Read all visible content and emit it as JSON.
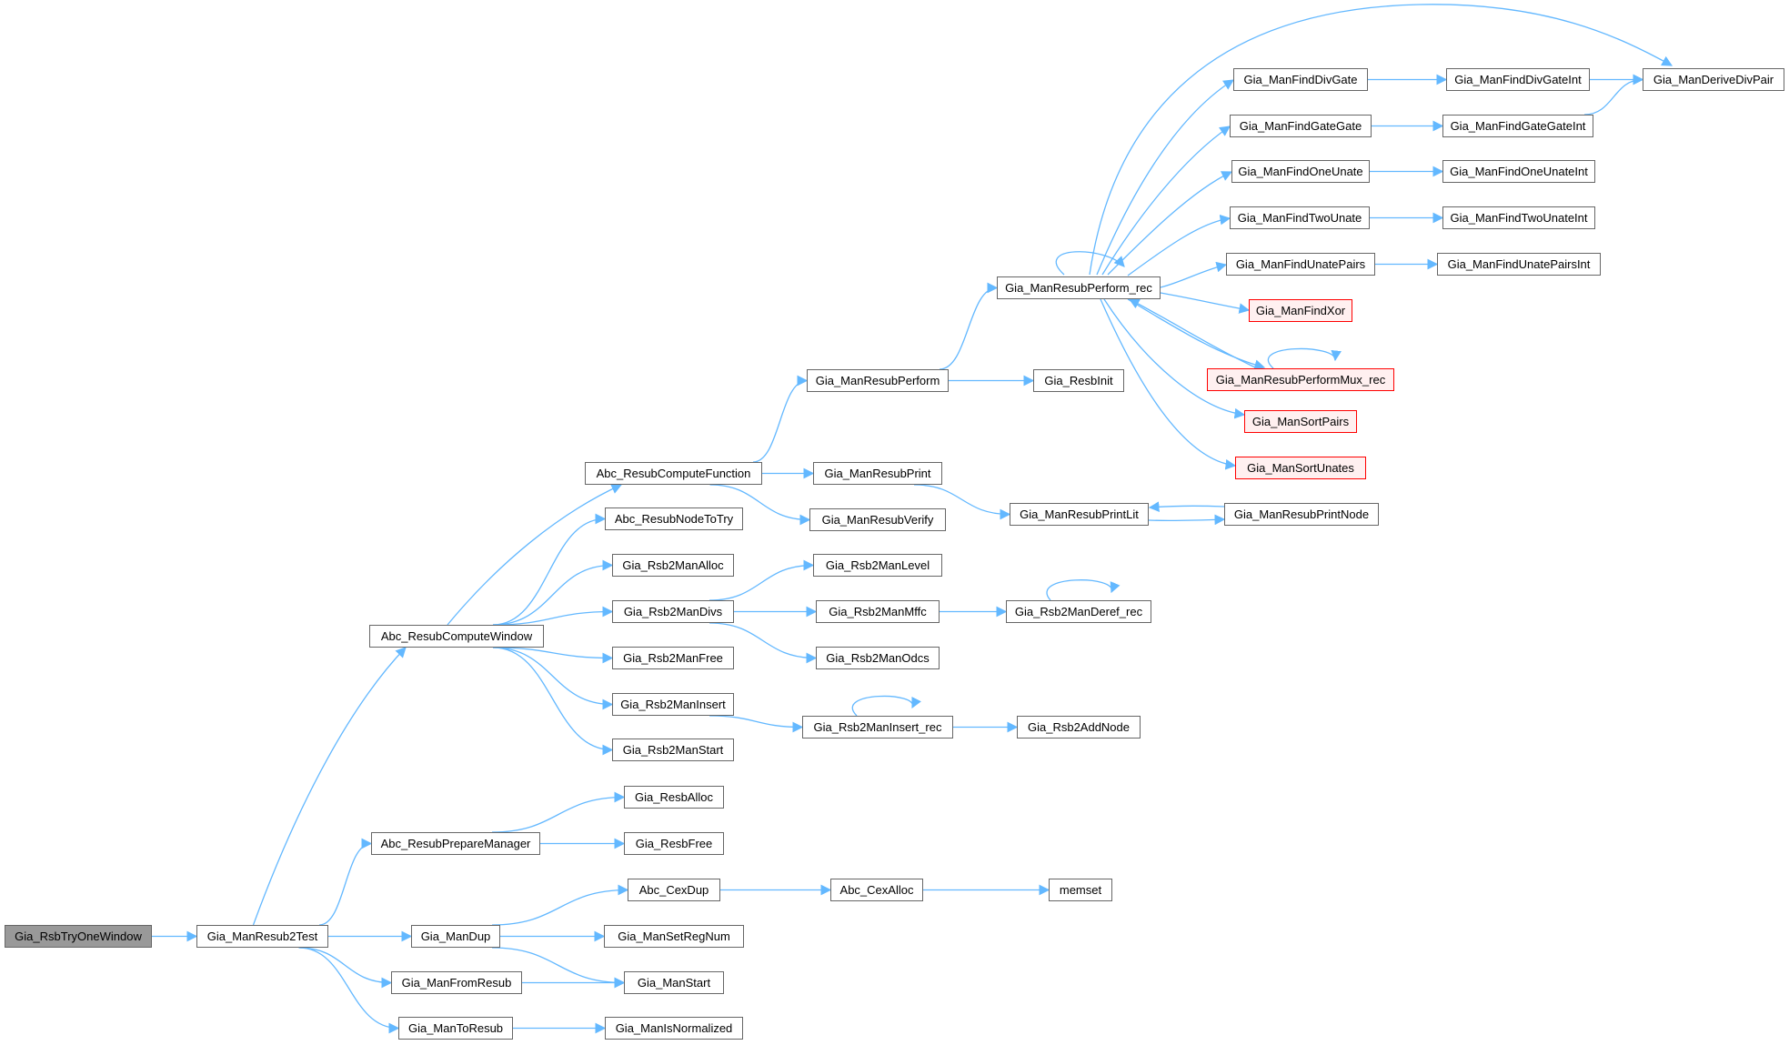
{
  "graph": {
    "title": "Gia_RsbTryOneWindow call graph",
    "colors": {
      "edge": "#63b8ff",
      "root_fill": "#999999",
      "node_border": "#666666",
      "truncated_border": "#ff0000",
      "truncated_fill": "#fff0f0"
    },
    "nodes": [
      {
        "id": "rsbtry",
        "label": "Gia_RsbTryOneWindow",
        "style": "root"
      },
      {
        "id": "resub2test",
        "label": "Gia_ManResub2Test",
        "style": "normal"
      },
      {
        "id": "computewindow",
        "label": "Abc_ResubComputeWindow",
        "style": "normal"
      },
      {
        "id": "preparemanager",
        "label": "Abc_ResubPrepareManager",
        "style": "normal"
      },
      {
        "id": "mandup",
        "label": "Gia_ManDup",
        "style": "normal"
      },
      {
        "id": "fromresub",
        "label": "Gia_ManFromResub",
        "style": "normal"
      },
      {
        "id": "toresub",
        "label": "Gia_ManToResub",
        "style": "normal"
      },
      {
        "id": "computefunction",
        "label": "Abc_ResubComputeFunction",
        "style": "normal"
      },
      {
        "id": "nodetotry",
        "label": "Abc_ResubNodeToTry",
        "style": "normal"
      },
      {
        "id": "rsb2alloc",
        "label": "Gia_Rsb2ManAlloc",
        "style": "normal"
      },
      {
        "id": "rsb2divs",
        "label": "Gia_Rsb2ManDivs",
        "style": "normal"
      },
      {
        "id": "rsb2free",
        "label": "Gia_Rsb2ManFree",
        "style": "normal"
      },
      {
        "id": "rsb2insert",
        "label": "Gia_Rsb2ManInsert",
        "style": "normal"
      },
      {
        "id": "rsb2start",
        "label": "Gia_Rsb2ManStart",
        "style": "normal"
      },
      {
        "id": "resballoc",
        "label": "Gia_ResbAlloc",
        "style": "normal"
      },
      {
        "id": "resbfree",
        "label": "Gia_ResbFree",
        "style": "normal"
      },
      {
        "id": "cexdup",
        "label": "Abc_CexDup",
        "style": "normal"
      },
      {
        "id": "setregnum",
        "label": "Gia_ManSetRegNum",
        "style": "normal"
      },
      {
        "id": "manstart",
        "label": "Gia_ManStart",
        "style": "normal"
      },
      {
        "id": "isnormalized",
        "label": "Gia_ManIsNormalized",
        "style": "normal"
      },
      {
        "id": "resubperform",
        "label": "Gia_ManResubPerform",
        "style": "normal"
      },
      {
        "id": "resubprint",
        "label": "Gia_ManResubPrint",
        "style": "normal"
      },
      {
        "id": "resubverify",
        "label": "Gia_ManResubVerify",
        "style": "normal"
      },
      {
        "id": "rsb2level",
        "label": "Gia_Rsb2ManLevel",
        "style": "normal"
      },
      {
        "id": "rsb2mffc",
        "label": "Gia_Rsb2ManMffc",
        "style": "normal"
      },
      {
        "id": "rsb2odcs",
        "label": "Gia_Rsb2ManOdcs",
        "style": "normal"
      },
      {
        "id": "rsb2insertrec",
        "label": "Gia_Rsb2ManInsert_rec",
        "style": "normal"
      },
      {
        "id": "cexalloc",
        "label": "Abc_CexAlloc",
        "style": "normal"
      },
      {
        "id": "performrec",
        "label": "Gia_ManResubPerform_rec",
        "style": "normal"
      },
      {
        "id": "resbinit",
        "label": "Gia_ResbInit",
        "style": "normal"
      },
      {
        "id": "printlit",
        "label": "Gia_ManResubPrintLit",
        "style": "normal"
      },
      {
        "id": "rsb2deref",
        "label": "Gia_Rsb2ManDeref_rec",
        "style": "normal"
      },
      {
        "id": "rsb2addnode",
        "label": "Gia_Rsb2AddNode",
        "style": "normal"
      },
      {
        "id": "memset",
        "label": "memset",
        "style": "normal"
      },
      {
        "id": "finddivgate",
        "label": "Gia_ManFindDivGate",
        "style": "normal"
      },
      {
        "id": "findgategate",
        "label": "Gia_ManFindGateGate",
        "style": "normal"
      },
      {
        "id": "findoneunate",
        "label": "Gia_ManFindOneUnate",
        "style": "normal"
      },
      {
        "id": "findtwounate",
        "label": "Gia_ManFindTwoUnate",
        "style": "normal"
      },
      {
        "id": "findunatepairs",
        "label": "Gia_ManFindUnatePairs",
        "style": "normal"
      },
      {
        "id": "findxor",
        "label": "Gia_ManFindXor",
        "style": "truncated"
      },
      {
        "id": "performmuxrec",
        "label": "Gia_ManResubPerformMux_rec",
        "style": "truncated"
      },
      {
        "id": "sortpairs",
        "label": "Gia_ManSortPairs",
        "style": "truncated"
      },
      {
        "id": "sortunates",
        "label": "Gia_ManSortUnates",
        "style": "truncated"
      },
      {
        "id": "printnode",
        "label": "Gia_ManResubPrintNode",
        "style": "normal"
      },
      {
        "id": "finddivgateint",
        "label": "Gia_ManFindDivGateInt",
        "style": "normal"
      },
      {
        "id": "findgategateint",
        "label": "Gia_ManFindGateGateInt",
        "style": "normal"
      },
      {
        "id": "findoneunateint",
        "label": "Gia_ManFindOneUnateInt",
        "style": "normal"
      },
      {
        "id": "findtwounateint",
        "label": "Gia_ManFindTwoUnateInt",
        "style": "normal"
      },
      {
        "id": "findunatepairsint",
        "label": "Gia_ManFindUnatePairsInt",
        "style": "normal"
      },
      {
        "id": "derivedivpair",
        "label": "Gia_ManDeriveDivPair",
        "style": "normal"
      }
    ],
    "edges": [
      [
        "rsbtry",
        "resub2test"
      ],
      [
        "resub2test",
        "computewindow"
      ],
      [
        "resub2test",
        "preparemanager"
      ],
      [
        "resub2test",
        "mandup"
      ],
      [
        "resub2test",
        "fromresub"
      ],
      [
        "resub2test",
        "toresub"
      ],
      [
        "computewindow",
        "computefunction"
      ],
      [
        "computewindow",
        "nodetotry"
      ],
      [
        "computewindow",
        "rsb2alloc"
      ],
      [
        "computewindow",
        "rsb2divs"
      ],
      [
        "computewindow",
        "rsb2free"
      ],
      [
        "computewindow",
        "rsb2insert"
      ],
      [
        "computewindow",
        "rsb2start"
      ],
      [
        "preparemanager",
        "resballoc"
      ],
      [
        "preparemanager",
        "resbfree"
      ],
      [
        "mandup",
        "cexdup"
      ],
      [
        "mandup",
        "setregnum"
      ],
      [
        "mandup",
        "manstart"
      ],
      [
        "fromresub",
        "manstart"
      ],
      [
        "toresub",
        "isnormalized"
      ],
      [
        "computefunction",
        "resubperform"
      ],
      [
        "computefunction",
        "resubprint"
      ],
      [
        "computefunction",
        "resubverify"
      ],
      [
        "rsb2divs",
        "rsb2level"
      ],
      [
        "rsb2divs",
        "rsb2mffc"
      ],
      [
        "rsb2divs",
        "rsb2odcs"
      ],
      [
        "rsb2insert",
        "rsb2insertrec"
      ],
      [
        "cexdup",
        "cexalloc"
      ],
      [
        "resubperform",
        "performrec"
      ],
      [
        "resubperform",
        "resbinit"
      ],
      [
        "resubprint",
        "printlit"
      ],
      [
        "rsb2mffc",
        "rsb2deref"
      ],
      [
        "rsb2deref",
        "rsb2deref"
      ],
      [
        "rsb2insertrec",
        "rsb2insertrec"
      ],
      [
        "rsb2insertrec",
        "rsb2addnode"
      ],
      [
        "cexalloc",
        "memset"
      ],
      [
        "performrec",
        "performrec"
      ],
      [
        "performrec",
        "derivedivpair"
      ],
      [
        "performrec",
        "finddivgate"
      ],
      [
        "performrec",
        "findgategate"
      ],
      [
        "performrec",
        "findoneunate"
      ],
      [
        "performrec",
        "findtwounate"
      ],
      [
        "performrec",
        "findunatepairs"
      ],
      [
        "performrec",
        "findxor"
      ],
      [
        "performrec",
        "performmuxrec"
      ],
      [
        "performrec",
        "sortpairs"
      ],
      [
        "performrec",
        "sortunates"
      ],
      [
        "performmuxrec",
        "performrec"
      ],
      [
        "performmuxrec",
        "performmuxrec"
      ],
      [
        "printlit",
        "printnode"
      ],
      [
        "printnode",
        "printlit"
      ],
      [
        "finddivgate",
        "finddivgateint"
      ],
      [
        "finddivgateint",
        "derivedivpair"
      ],
      [
        "findgategate",
        "findgategateint"
      ],
      [
        "findgategateint",
        "derivedivpair"
      ],
      [
        "findoneunate",
        "findoneunateint"
      ],
      [
        "findtwounate",
        "findtwounateint"
      ],
      [
        "findunatepairs",
        "findunatepairsint"
      ]
    ]
  }
}
